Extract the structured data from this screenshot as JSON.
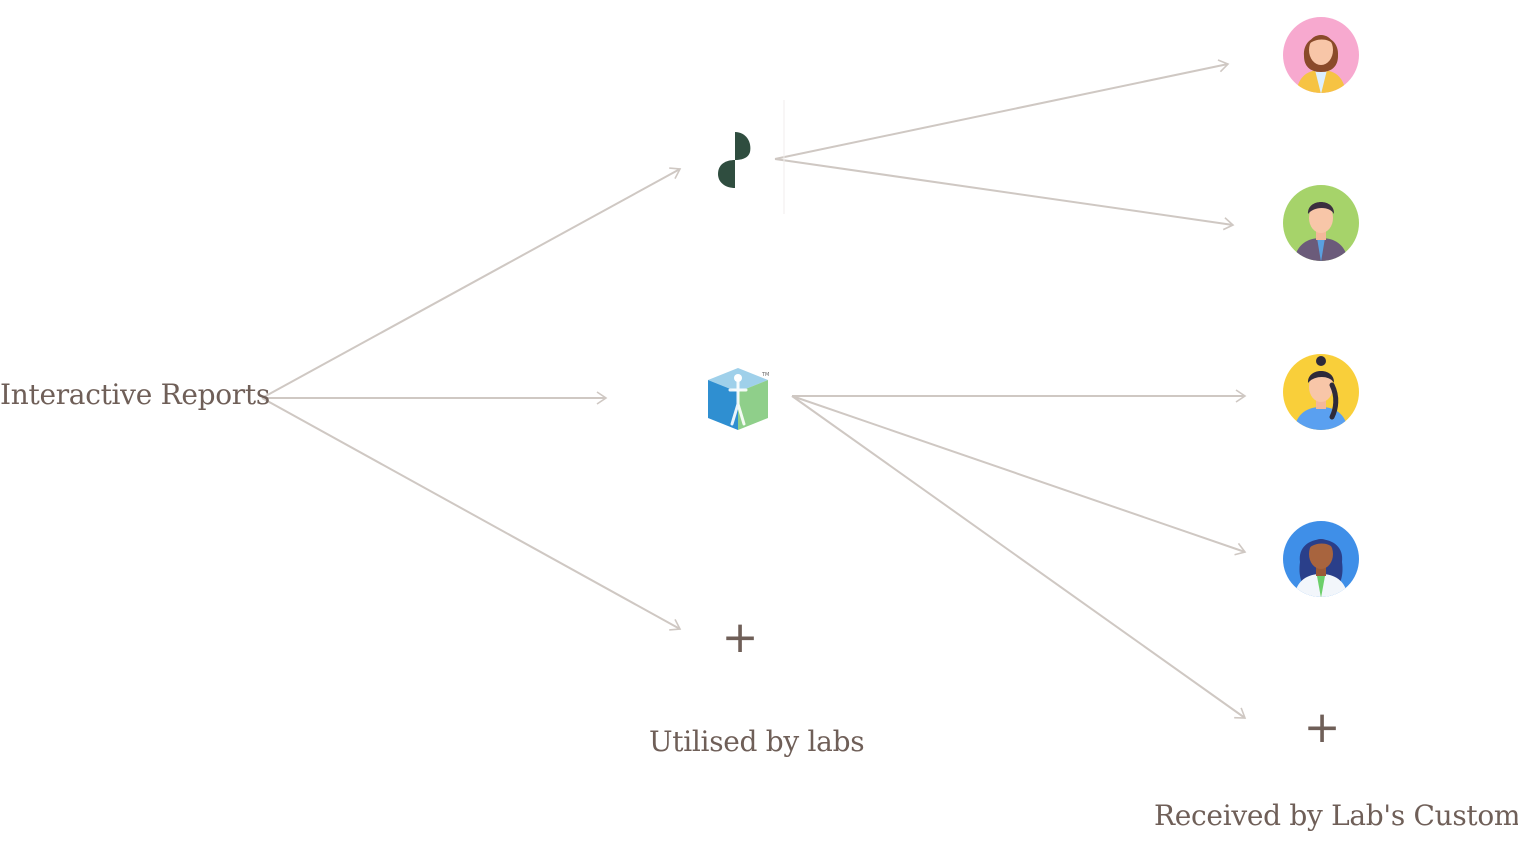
{
  "labels": {
    "source": "Interactive Reports",
    "labs": "Utilised by labs",
    "customers": "Received by Lab's Customers"
  },
  "plus_symbol": "+",
  "nodes": {
    "lab_logos": [
      "dark-green-leaf-logo-icon",
      "blue-green-cube-body-logo-icon"
    ],
    "customer_avatars": [
      "woman-pink-background-avatar-icon",
      "man-green-background-avatar-icon",
      "woman-yellow-background-avatar-icon",
      "woman-blue-background-avatar-icon"
    ]
  },
  "colors": {
    "text": "#6f5f58",
    "arrow": "#cfc8c3",
    "logo_green": "#2f4d3f"
  }
}
